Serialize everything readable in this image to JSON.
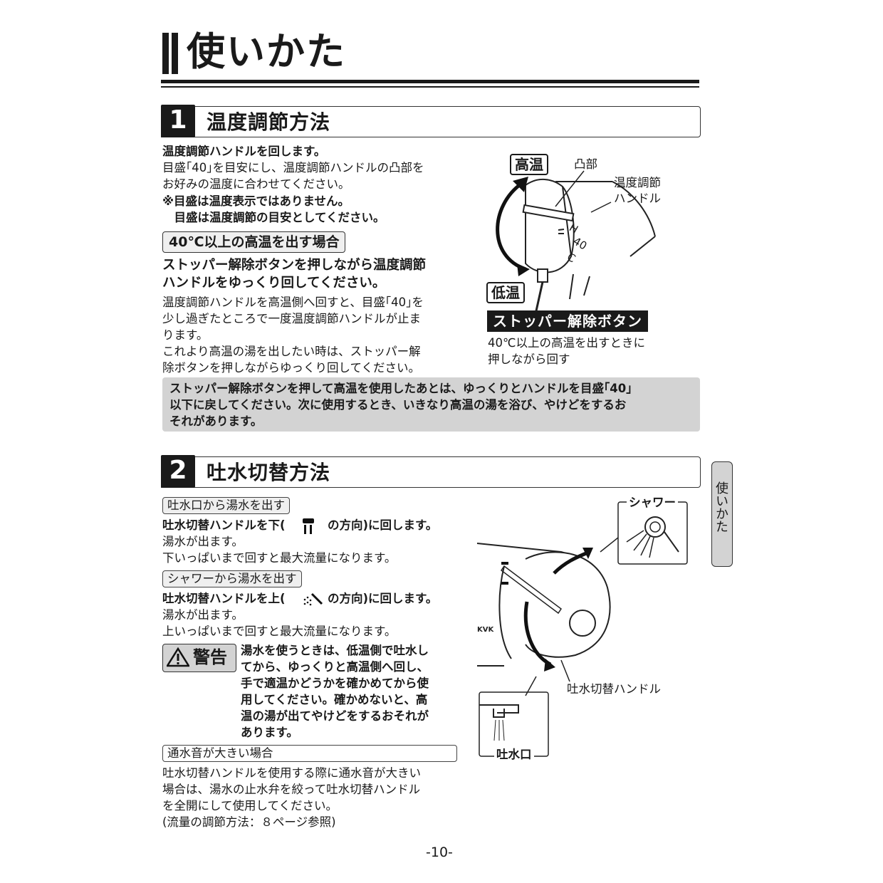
{
  "page_title": "使いかた",
  "section1": {
    "number": "1",
    "title": "温度調節方法",
    "lead": "温度調節ハンドルを回します。",
    "body": [
      "目盛｢40｣を目安にし、温度調節ハンドルの凸部を",
      "お好みの温度に合わせてください。"
    ],
    "note": [
      "※目盛は温度表示ではありません。",
      "　目盛は温度調節の目安としてください。"
    ],
    "sub_heading": "40℃以上の高温を出す場合",
    "sub_lead": [
      "ストッパー解除ボタンを押しながら温度調節",
      "ハンドルをゆっくり回してください。"
    ],
    "sub_body": [
      "温度調節ハンドルを高温側へ回すと、目盛｢40｣を",
      "少し過ぎたところで一度温度調節ハンドルが止ま",
      "ります。",
      "これより高温の湯を出したい時は、ストッパー解",
      "除ボタンを押しながらゆっくり回してください。"
    ],
    "caution": [
      "ストッパー解除ボタンを押して高温を使用したあとは、ゆっくりとハンドルを目盛｢40｣",
      "以下に戻してください。次に使用するとき、いきなり高温の湯を浴び、やけどをするお",
      "それがあります。"
    ],
    "figure": {
      "high_label": "高温",
      "low_label": "低温",
      "protrusion_label": "凸部",
      "handle_label": [
        "温度調節",
        "ハンドル"
      ],
      "scale_h": "H",
      "scale_40": "40",
      "scale_c": "C",
      "stopper_label": "ストッパー解除ボタン",
      "stopper_desc": [
        "40℃以上の高温を出すときに",
        "押しながら回す"
      ]
    }
  },
  "section2": {
    "number": "2",
    "title": "吐水切替方法",
    "spout_heading": "吐水口から湯水を出す",
    "spout_lead_pre": "吐水切替ハンドルを下(",
    "spout_lead_post": "の方向)に回します。",
    "spout_body": [
      "湯水が出ます。",
      "下いっぱいまで回すと最大流量になります。"
    ],
    "shower_heading": "シャワーから湯水を出す",
    "shower_lead_pre": "吐水切替ハンドルを上(",
    "shower_lead_post": "の方向)に回します。",
    "shower_body": [
      "湯水が出ます。",
      "上いっぱいまで回すと最大流量になります。"
    ],
    "warning_label": "警告",
    "warning_text": [
      "湯水を使うときは、低温側で吐水し",
      "てから、ゆっくりと高温側へ回し、",
      "手で適温かどうかを確かめてから使",
      "用してください。確かめないと、高",
      "温の湯が出てやけどをするおそれが",
      "あります。"
    ],
    "noise_heading": "通水音が大きい場合",
    "noise_body": [
      "吐水切替ハンドルを使用する際に通水音が大きい",
      "場合は、湯水の止水弁を絞って吐水切替ハンドル",
      "を全開にして使用してください。",
      "(流量の調節方法：８ページ参照)"
    ],
    "figure": {
      "shower_label": "シャワー",
      "handle_label": "吐水切替ハンドル",
      "spout_label": "吐水口",
      "brand": "KVK"
    }
  },
  "side_tab": "使いかた",
  "page_number": "-10-"
}
